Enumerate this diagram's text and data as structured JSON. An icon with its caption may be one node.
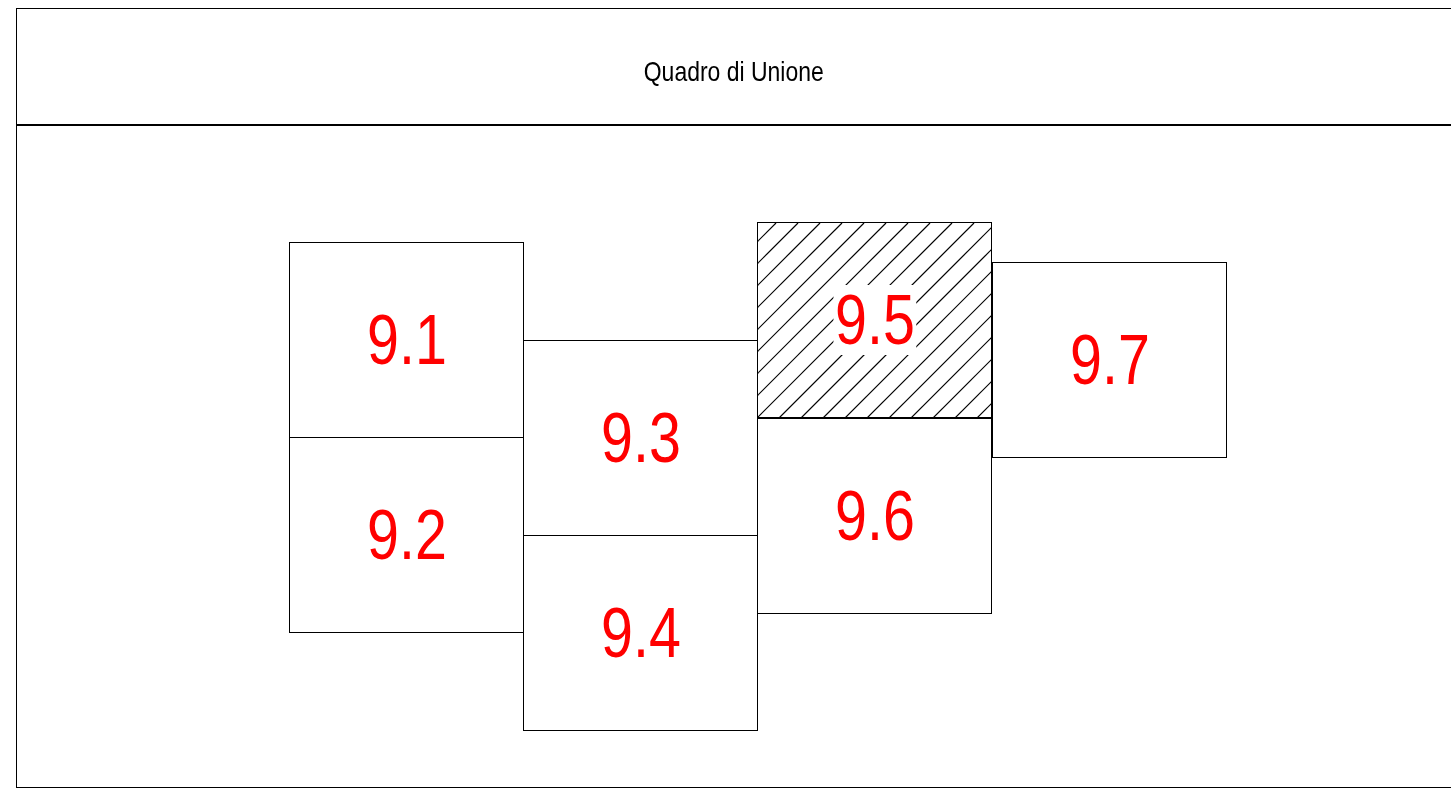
{
  "diagram": {
    "title": "Quadro di Unione",
    "nodes": [
      {
        "text": [
          "9.1"
        ]
      },
      {
        "text": [
          "9.2"
        ]
      },
      {
        "text": [
          "9.3"
        ]
      },
      {
        "text": [
          "9.4"
        ]
      },
      {
        "text": [
          "9.5"
        ]
      },
      {
        "text": [
          "9.6"
        ]
      },
      {
        "text": [
          "9.7"
        ]
      }
    ],
    "edges": []
  }
}
